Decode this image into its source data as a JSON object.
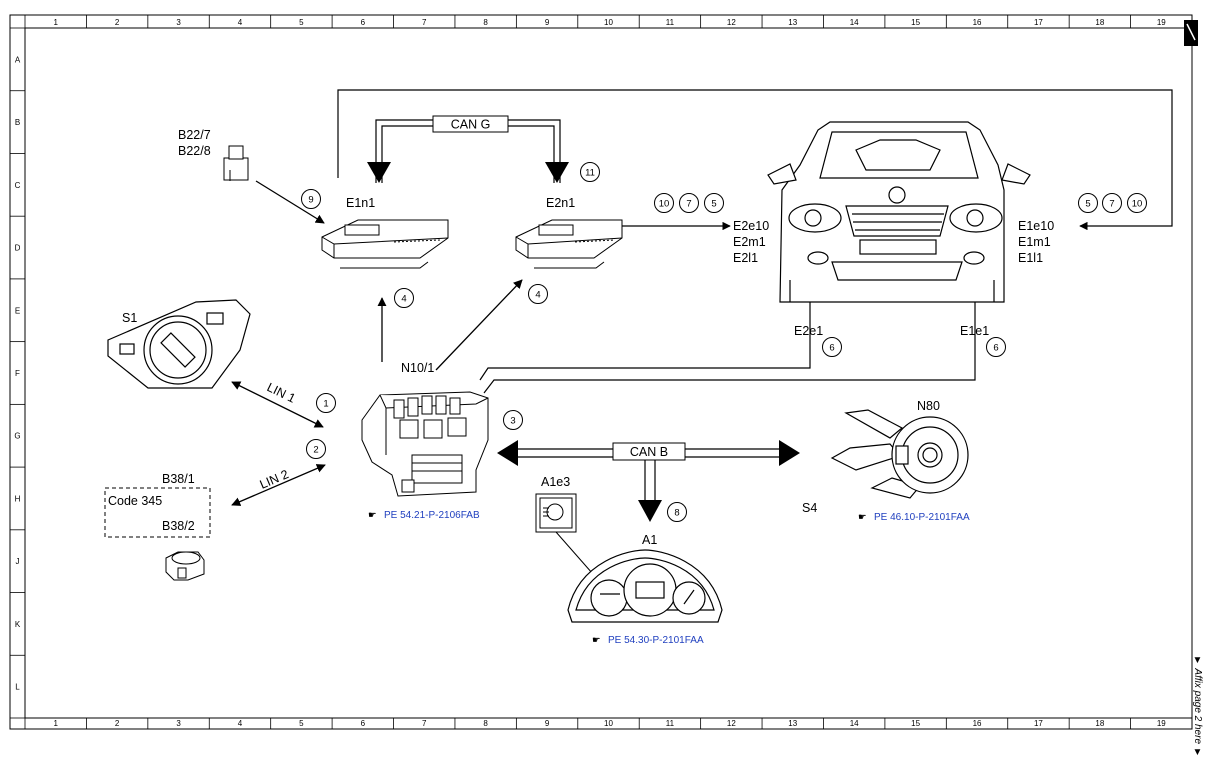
{
  "grid": {
    "columns": [
      "1",
      "2",
      "3",
      "4",
      "5",
      "6",
      "7",
      "8",
      "9",
      "10",
      "11",
      "12",
      "13",
      "14",
      "15",
      "16",
      "17",
      "18",
      "19"
    ],
    "rows": [
      "A",
      "B",
      "C",
      "D",
      "E",
      "F",
      "G",
      "H",
      "J",
      "K",
      "L"
    ]
  },
  "components": {
    "b22_7": "B22/7",
    "b22_8": "B22/8",
    "e1n1": "E1n1",
    "e2n1": "E2n1",
    "s1": "S1",
    "n10_1": "N10/1",
    "b38_1": "B38/1",
    "code345": "Code 345",
    "b38_2": "B38/2",
    "a1e3": "A1e3",
    "a1": "A1",
    "n80": "N80",
    "s4": "S4",
    "e2e1": "E2e1",
    "e1e1": "E1e1",
    "e2e10": "E2e10",
    "e2m1": "E2m1",
    "e2l1": "E2l1",
    "e1e10": "E1e10",
    "e1m1": "E1m1",
    "e1l1": "E1l1"
  },
  "buses": {
    "can_g": "CAN G",
    "can_b": "CAN B",
    "lin1": "LIN 1",
    "lin2": "LIN 2"
  },
  "callouts": {
    "c1": "1",
    "c2": "2",
    "c3": "3",
    "c4a": "4",
    "c4b": "4",
    "c5a": "5",
    "c5b": "5",
    "c6a": "6",
    "c6b": "6",
    "c7a": "7",
    "c7b": "7",
    "c8": "8",
    "c9": "9",
    "c10a": "10",
    "c10b": "10",
    "c11": "11"
  },
  "references": {
    "ref1": "PE 54.21-P-2106FAB",
    "ref2": "PE 54.30-P-2101FAA",
    "ref3": "PE 46.10-P-2101FAA"
  },
  "side_note": "▼ Affix page 2 here ▼",
  "colors": {
    "link": "#1f3fbf",
    "line": "#000000"
  }
}
